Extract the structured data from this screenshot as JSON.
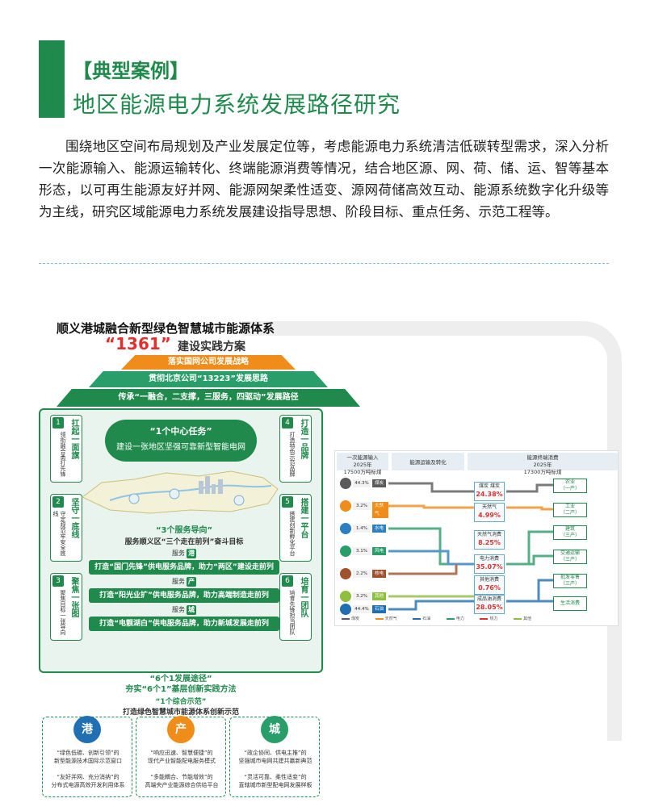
{
  "header": {
    "tag": "【典型案例】",
    "title": "地区能源电力系统发展路径研究"
  },
  "intro": "围绕地区空间布局规划及产业发展定位等，考虑能源电力系统清洁低碳转型需求，深入分析一次能源输入、能源运输转化、终端能源消费等情况，结合地区源、网、荷、储、运、智等基本形态，以可再生能源友好并网、能源网架柔性适变、源网荷储高效互动、能源系统数字化升级等为主线，研究区域能源电力系统发展建设指导思想、阶段目标、重点任务、示范工程等。",
  "infographic": {
    "title": "顺义港城融合新型绿色智慧城市能源体系",
    "code": "“1361”",
    "subtitle": "建设实践方案",
    "tier1": "落实国网公司发展战略",
    "tier2": "贯彻北京公司“13223”发展思路",
    "tier3": "传承“一融合，二支撑，三服务，四驱动”发展路径",
    "center_title": "“1个中心任务”",
    "center_text": "建设一张地区坚强可靠新型智能电网",
    "left_boxes": [
      {
        "num": "1",
        "head": "扛起一面旗",
        "desc": "领衔融合勇打先锋"
      },
      {
        "num": "2",
        "head": "坚守一底线",
        "desc": "守定规范牢安全底线"
      },
      {
        "num": "3",
        "head": "聚焦一张图",
        "desc": "聚焦目标一张导向"
      }
    ],
    "right_boxes": [
      {
        "num": "4",
        "head": "打造一品牌",
        "desc": "打造特色示范品牌"
      },
      {
        "num": "5",
        "head": "搭建一平台",
        "desc": "搭建创新孵化平台"
      },
      {
        "num": "6",
        "head": "培育一团队",
        "desc": "培育先锋担当团队"
      }
    ],
    "services_title": "“3个服务导向”",
    "services_sub": "服务顺义区“三个走在前列”奋斗目标",
    "services": [
      {
        "prefix": "服务",
        "tag": "港",
        "bar": "打造“国门先锋”供电服务品牌，助力“两区”建设走前列"
      },
      {
        "prefix": "服务",
        "tag": "产",
        "bar": "打造“阳光业扩”供电服务品牌，助力高端制造走前列"
      },
      {
        "prefix": "服务",
        "tag": "城",
        "bar": "打造“电靓湖白”供电服务品牌，助力新城发展走前列"
      }
    ],
    "paths_title": "“6个1发展途径”",
    "paths_sub": "夯实“6个1”基层创新实践方法",
    "demo_title": "“1个综合示范”",
    "demo_sub": "打造绿色智慧城市能源体系创新示范",
    "demos": [
      {
        "icon": "港",
        "color": "#1f6fb2",
        "l1": "“绿色低碳、创新引领”的",
        "l2": "新型能源技术国际示范窗口",
        "l3": "“友好并网、充分消纳”的",
        "l4": "分布式电源高效开发利用体系"
      },
      {
        "icon": "产",
        "color": "#f08c1a",
        "l1": "“响应迅速、智慧便捷”的",
        "l2": "现代产业智能配电服务模式",
        "l3": "“多能耦合、节能增效”的",
        "l4": "高端央产业能源综合供给平台"
      },
      {
        "icon": "城",
        "color": "#2a9e6a",
        "l1": "“政企协同、供电主推”的",
        "l2": "坚强城市电网共建共赢新典范",
        "l3": "“灵活可靠、柔性适变”的",
        "l4": "直辖城市新型配电网发展样板"
      }
    ]
  },
  "flow": {
    "col1": {
      "title": "一次能源输入",
      "year": "2025年",
      "note": "17500万吨标煤"
    },
    "col2": {
      "title": "能源运输及转化"
    },
    "col3": {
      "title": "能源终端消费",
      "year": "2025年",
      "note": "17300万吨标煤"
    },
    "sources": [
      {
        "pct": "44.3%",
        "name": "煤炭",
        "color": "#5b5b5b"
      },
      {
        "pct": "3.2%",
        "name": "天然气",
        "color": "#f08c1a"
      },
      {
        "pct": "1.4%",
        "name": "水电",
        "color": "#2e7fc1"
      },
      {
        "pct": "3.1%",
        "name": "风电",
        "color": "#2a9e6a"
      },
      {
        "pct": "2.2%",
        "name": "核电",
        "color": "#a0522d"
      },
      {
        "pct": "3.2%",
        "name": "其他",
        "color": "#8fbf3f"
      },
      {
        "pct": "44.4%",
        "name": "石油",
        "color": "#1f6fb2"
      }
    ],
    "stages": [
      {
        "name": "煤炭 煤炭",
        "pct": "24.38%"
      },
      {
        "name": "天然气",
        "pct": "4.99%"
      },
      {
        "name": "天然气消费",
        "pct": "8.25%"
      },
      {
        "name": "电力消费",
        "pct": "35.07%"
      },
      {
        "name": "其他消费",
        "pct": "0.76%"
      },
      {
        "name": "成品油消费",
        "pct": "28.05%"
      }
    ],
    "sectors": [
      {
        "name": "农业",
        "sub": "（一产）"
      },
      {
        "name": "工业",
        "sub": "（二产）"
      },
      {
        "name": "建筑",
        "sub": "（三产）"
      },
      {
        "name": "交通运输",
        "sub": "（三产）"
      },
      {
        "name": "批发零售",
        "sub": "（三产）"
      },
      {
        "name": "生活消费",
        "sub": ""
      }
    ],
    "legend": [
      "煤炭",
      "天然气",
      "石油",
      "电力",
      "热力",
      "其他"
    ]
  },
  "colors": {
    "primary": "#1f8a4c",
    "accent_red": "#e0312f",
    "orange": "#f08c1a"
  }
}
